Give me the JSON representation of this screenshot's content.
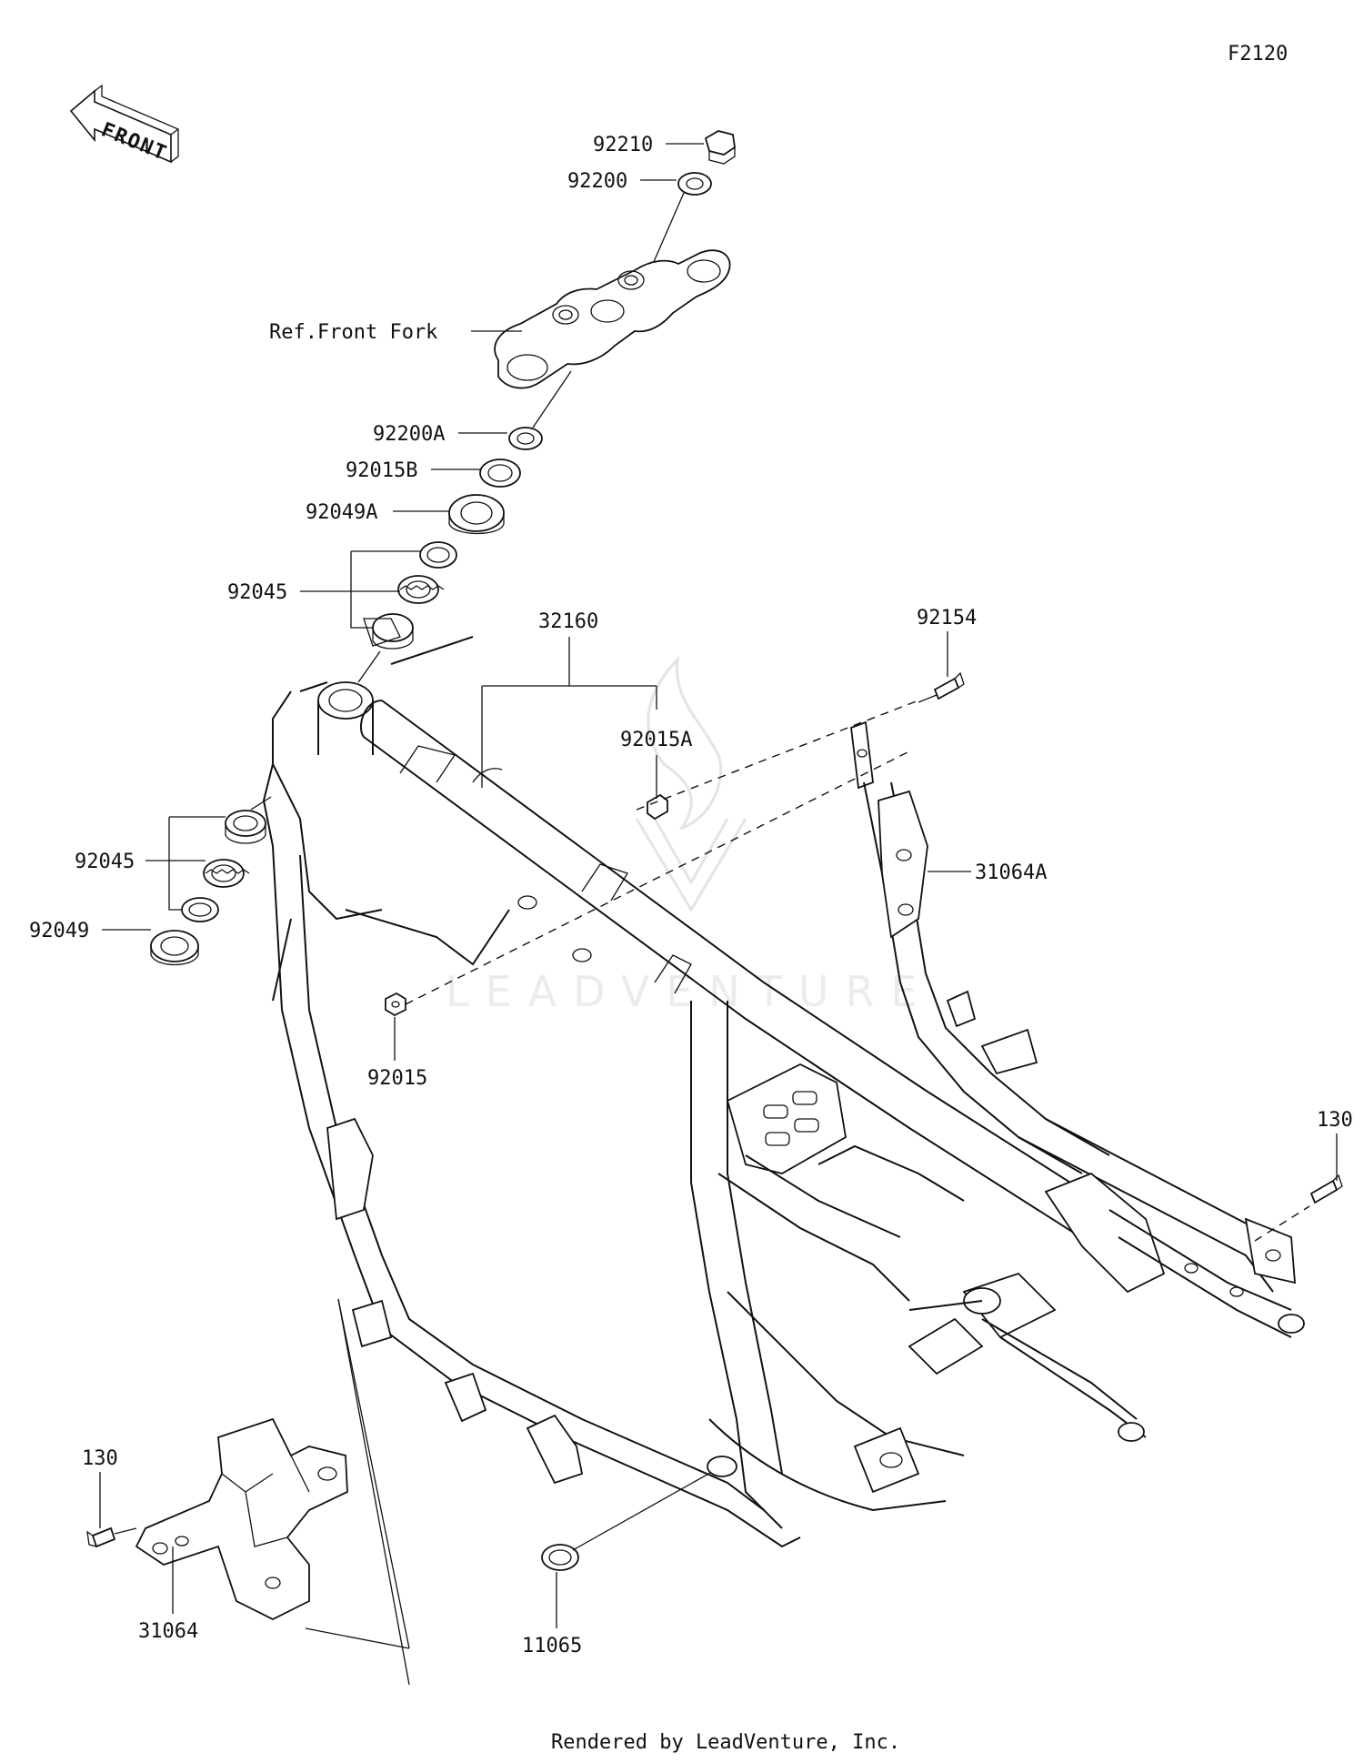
{
  "diagram_id": "F2120",
  "front_label": "FRONT",
  "footer": "Rendered by LeadVenture, Inc.",
  "watermark": "LEADVENTURE",
  "callouts": {
    "p92210": "92210",
    "p92200": "92200",
    "ref_front_fork": "Ref.Front Fork",
    "p92200A": "92200A",
    "p92015B": "92015B",
    "p92049A": "92049A",
    "p92045_upper": "92045",
    "p32160": "32160",
    "p92154": "92154",
    "p92015A": "92015A",
    "p31064A": "31064A",
    "p92045_lower": "92045",
    "p92049": "92049",
    "p92015": "92015",
    "p130_right": "130",
    "p130_left": "130",
    "p31064": "31064",
    "p11065": "11065"
  }
}
